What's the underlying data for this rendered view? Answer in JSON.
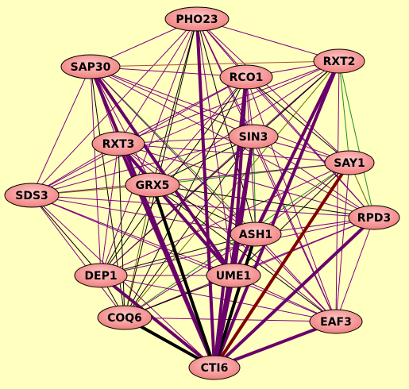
{
  "colors": {
    "background": "#ffffc0",
    "node_fill_inner": "#ffc8c8",
    "node_fill_outer": "#f08080",
    "node_stroke": "#000000",
    "edge_purple": "#800080",
    "edge_dark_purple": "#6a006a",
    "edge_black": "#000000",
    "edge_maroon": "#800000",
    "edge_green": "#228b22",
    "edge_olive": "#6b6b00",
    "edge_brown": "#a0522d"
  },
  "nodes": [
    {
      "id": "PHO23",
      "label": "PHO23"
    },
    {
      "id": "SAP30",
      "label": "SAP30"
    },
    {
      "id": "RXT2",
      "label": "RXT2"
    },
    {
      "id": "RCO1",
      "label": "RCO1"
    },
    {
      "id": "SIN3",
      "label": "SIN3"
    },
    {
      "id": "RXT3",
      "label": "RXT3"
    },
    {
      "id": "SAY1",
      "label": "SAY1"
    },
    {
      "id": "GRX5",
      "label": "GRX5"
    },
    {
      "id": "SDS3",
      "label": "SDS3"
    },
    {
      "id": "RPD3",
      "label": "RPD3"
    },
    {
      "id": "ASH1",
      "label": "ASH1"
    },
    {
      "id": "DEP1",
      "label": "DEP1"
    },
    {
      "id": "UME1",
      "label": "UME1"
    },
    {
      "id": "COQ6",
      "label": "COQ6"
    },
    {
      "id": "EAF3",
      "label": "EAF3"
    },
    {
      "id": "CTI6",
      "label": "CTI6"
    }
  ],
  "edges": [
    {
      "from": "CTI6",
      "to": "PHO23",
      "style": "thick-purple"
    },
    {
      "from": "CTI6",
      "to": "SAP30",
      "style": "thick-purple"
    },
    {
      "from": "CTI6",
      "to": "RXT2",
      "style": "thick-purple"
    },
    {
      "from": "CTI6",
      "to": "RCO1",
      "style": "thick-purple"
    },
    {
      "from": "CTI6",
      "to": "SIN3",
      "style": "thick-purple"
    },
    {
      "from": "CTI6",
      "to": "RXT3",
      "style": "thick-purple"
    },
    {
      "from": "CTI6",
      "to": "SAY1",
      "style": "thick-maroon"
    },
    {
      "from": "CTI6",
      "to": "GRX5",
      "style": "thick-black"
    },
    {
      "from": "CTI6",
      "to": "RPD3",
      "style": "thick-purple"
    },
    {
      "from": "CTI6",
      "to": "ASH1",
      "style": "thick-black"
    },
    {
      "from": "CTI6",
      "to": "DEP1",
      "style": "thick-purple"
    },
    {
      "from": "CTI6",
      "to": "UME1",
      "style": "thick-purple"
    },
    {
      "from": "CTI6",
      "to": "COQ6",
      "style": "thick-black"
    },
    {
      "from": "CTI6",
      "to": "EAF3",
      "style": "thick-purple"
    },
    {
      "from": "CTI6",
      "to": "SDS3",
      "style": "thin-purple"
    },
    {
      "from": "PHO23",
      "to": "GRX5",
      "style": "thin-black"
    },
    {
      "from": "PHO23",
      "to": "SAP30",
      "style": "thin-purple"
    },
    {
      "from": "PHO23",
      "to": "RXT2",
      "style": "thin-purple"
    },
    {
      "from": "PHO23",
      "to": "RCO1",
      "style": "thin-purple"
    },
    {
      "from": "PHO23",
      "to": "SIN3",
      "style": "thin-purple"
    },
    {
      "from": "PHO23",
      "to": "RXT3",
      "style": "thin-purple"
    },
    {
      "from": "PHO23",
      "to": "SAY1",
      "style": "thin-purple"
    },
    {
      "from": "PHO23",
      "to": "SDS3",
      "style": "thin-purple"
    },
    {
      "from": "PHO23",
      "to": "RPD3",
      "style": "thin-purple"
    },
    {
      "from": "PHO23",
      "to": "ASH1",
      "style": "thin-black"
    },
    {
      "from": "PHO23",
      "to": "DEP1",
      "style": "thin-purple"
    },
    {
      "from": "PHO23",
      "to": "UME1",
      "style": "thin-purple"
    },
    {
      "from": "PHO23",
      "to": "COQ6",
      "style": "thin-black"
    },
    {
      "from": "PHO23",
      "to": "EAF3",
      "style": "thin-purple"
    },
    {
      "from": "SAP30",
      "to": "RXT2",
      "style": "thin-brown"
    },
    {
      "from": "SAP30",
      "to": "RCO1",
      "style": "thin-purple"
    },
    {
      "from": "SAP30",
      "to": "SIN3",
      "style": "thin-purple"
    },
    {
      "from": "SAP30",
      "to": "RXT3",
      "style": "thin-purple"
    },
    {
      "from": "SAP30",
      "to": "SAY1",
      "style": "thin-purple"
    },
    {
      "from": "SAP30",
      "to": "GRX5",
      "style": "thin-purple"
    },
    {
      "from": "SAP30",
      "to": "SDS3",
      "style": "thin-purple"
    },
    {
      "from": "SAP30",
      "to": "RPD3",
      "style": "thin-purple"
    },
    {
      "from": "SAP30",
      "to": "ASH1",
      "style": "thin-green"
    },
    {
      "from": "SAP30",
      "to": "DEP1",
      "style": "thin-purple"
    },
    {
      "from": "SAP30",
      "to": "UME1",
      "style": "thick-purple"
    },
    {
      "from": "SAP30",
      "to": "COQ6",
      "style": "thin-black"
    },
    {
      "from": "SAP30",
      "to": "EAF3",
      "style": "thin-purple"
    },
    {
      "from": "RXT2",
      "to": "RCO1",
      "style": "thin-purple"
    },
    {
      "from": "RXT2",
      "to": "SIN3",
      "style": "thin-purple"
    },
    {
      "from": "RXT2",
      "to": "RXT3",
      "style": "thin-purple"
    },
    {
      "from": "RXT2",
      "to": "SAY1",
      "style": "thin-green"
    },
    {
      "from": "RXT2",
      "to": "GRX5",
      "style": "thin-purple"
    },
    {
      "from": "RXT2",
      "to": "SDS3",
      "style": "thin-purple"
    },
    {
      "from": "RXT2",
      "to": "RPD3",
      "style": "thin-green"
    },
    {
      "from": "RXT2",
      "to": "ASH1",
      "style": "thin-purple"
    },
    {
      "from": "RXT2",
      "to": "DEP1",
      "style": "thin-black"
    },
    {
      "from": "RXT2",
      "to": "UME1",
      "style": "thick-purple"
    },
    {
      "from": "RXT2",
      "to": "COQ6",
      "style": "thin-olive"
    },
    {
      "from": "RXT2",
      "to": "EAF3",
      "style": "thin-purple"
    },
    {
      "from": "RCO1",
      "to": "SIN3",
      "style": "thin-purple"
    },
    {
      "from": "RCO1",
      "to": "RXT3",
      "style": "thin-purple"
    },
    {
      "from": "RCO1",
      "to": "SAY1",
      "style": "thin-black"
    },
    {
      "from": "RCO1",
      "to": "GRX5",
      "style": "thin-purple"
    },
    {
      "from": "RCO1",
      "to": "SDS3",
      "style": "thin-purple"
    },
    {
      "from": "RCO1",
      "to": "RPD3",
      "style": "thin-purple"
    },
    {
      "from": "RCO1",
      "to": "ASH1",
      "style": "thin-purple"
    },
    {
      "from": "RCO1",
      "to": "DEP1",
      "style": "thin-black"
    },
    {
      "from": "RCO1",
      "to": "UME1",
      "style": "thick-purple"
    },
    {
      "from": "RCO1",
      "to": "COQ6",
      "style": "thin-black"
    },
    {
      "from": "RCO1",
      "to": "EAF3",
      "style": "thin-purple"
    },
    {
      "from": "SIN3",
      "to": "RXT3",
      "style": "thin-purple"
    },
    {
      "from": "SIN3",
      "to": "SAY1",
      "style": "thin-purple"
    },
    {
      "from": "SIN3",
      "to": "GRX5",
      "style": "thin-black"
    },
    {
      "from": "SIN3",
      "to": "SDS3",
      "style": "thin-purple"
    },
    {
      "from": "SIN3",
      "to": "RPD3",
      "style": "thin-purple"
    },
    {
      "from": "SIN3",
      "to": "ASH1",
      "style": "thin-green"
    },
    {
      "from": "SIN3",
      "to": "DEP1",
      "style": "thin-purple"
    },
    {
      "from": "SIN3",
      "to": "UME1",
      "style": "thick-purple"
    },
    {
      "from": "SIN3",
      "to": "COQ6",
      "style": "thin-black"
    },
    {
      "from": "SIN3",
      "to": "EAF3",
      "style": "thin-purple"
    },
    {
      "from": "RXT3",
      "to": "SAY1",
      "style": "thin-purple"
    },
    {
      "from": "RXT3",
      "to": "GRX5",
      "style": "thin-purple"
    },
    {
      "from": "RXT3",
      "to": "SDS3",
      "style": "thin-purple"
    },
    {
      "from": "RXT3",
      "to": "RPD3",
      "style": "thin-purple"
    },
    {
      "from": "RXT3",
      "to": "ASH1",
      "style": "thin-purple"
    },
    {
      "from": "RXT3",
      "to": "DEP1",
      "style": "thin-purple"
    },
    {
      "from": "RXT3",
      "to": "UME1",
      "style": "thick-purple"
    },
    {
      "from": "RXT3",
      "to": "COQ6",
      "style": "thin-black"
    },
    {
      "from": "RXT3",
      "to": "EAF3",
      "style": "thin-purple"
    },
    {
      "from": "SAY1",
      "to": "GRX5",
      "style": "thin-green"
    },
    {
      "from": "SAY1",
      "to": "SDS3",
      "style": "thin-purple"
    },
    {
      "from": "SAY1",
      "to": "RPD3",
      "style": "thin-olive"
    },
    {
      "from": "SAY1",
      "to": "ASH1",
      "style": "thin-purple"
    },
    {
      "from": "SAY1",
      "to": "DEP1",
      "style": "thin-purple"
    },
    {
      "from": "SAY1",
      "to": "UME1",
      "style": "thin-black"
    },
    {
      "from": "SAY1",
      "to": "COQ6",
      "style": "thin-green"
    },
    {
      "from": "SAY1",
      "to": "EAF3",
      "style": "thin-purple"
    },
    {
      "from": "GRX5",
      "to": "SDS3",
      "style": "thin-olive"
    },
    {
      "from": "GRX5",
      "to": "RPD3",
      "style": "thin-black"
    },
    {
      "from": "GRX5",
      "to": "ASH1",
      "style": "thin-black"
    },
    {
      "from": "GRX5",
      "to": "DEP1",
      "style": "thin-black"
    },
    {
      "from": "GRX5",
      "to": "UME1",
      "style": "thin-black"
    },
    {
      "from": "GRX5",
      "to": "COQ6",
      "style": "thin-olive"
    },
    {
      "from": "GRX5",
      "to": "EAF3",
      "style": "thin-black"
    },
    {
      "from": "SDS3",
      "to": "RPD3",
      "style": "thin-purple"
    },
    {
      "from": "SDS3",
      "to": "ASH1",
      "style": "thin-purple"
    },
    {
      "from": "SDS3",
      "to": "DEP1",
      "style": "thin-black"
    },
    {
      "from": "SDS3",
      "to": "UME1",
      "style": "thin-purple"
    },
    {
      "from": "SDS3",
      "to": "COQ6",
      "style": "thin-purple"
    },
    {
      "from": "SDS3",
      "to": "EAF3",
      "style": "thin-purple"
    },
    {
      "from": "RPD3",
      "to": "ASH1",
      "style": "thin-purple"
    },
    {
      "from": "RPD3",
      "to": "DEP1",
      "style": "thin-purple"
    },
    {
      "from": "RPD3",
      "to": "UME1",
      "style": "thin-purple"
    },
    {
      "from": "RPD3",
      "to": "COQ6",
      "style": "thin-purple"
    },
    {
      "from": "RPD3",
      "to": "EAF3",
      "style": "thin-purple"
    },
    {
      "from": "ASH1",
      "to": "DEP1",
      "style": "thin-black"
    },
    {
      "from": "ASH1",
      "to": "UME1",
      "style": "thin-black"
    },
    {
      "from": "ASH1",
      "to": "COQ6",
      "style": "thin-purple"
    },
    {
      "from": "ASH1",
      "to": "EAF3",
      "style": "thin-purple"
    },
    {
      "from": "DEP1",
      "to": "UME1",
      "style": "thin-purple"
    },
    {
      "from": "DEP1",
      "to": "COQ6",
      "style": "thin-black"
    },
    {
      "from": "DEP1",
      "to": "EAF3",
      "style": "thin-purple"
    },
    {
      "from": "UME1",
      "to": "COQ6",
      "style": "thin-black"
    },
    {
      "from": "UME1",
      "to": "EAF3",
      "style": "thin-purple"
    },
    {
      "from": "COQ6",
      "to": "EAF3",
      "style": "thin-purple"
    }
  ]
}
